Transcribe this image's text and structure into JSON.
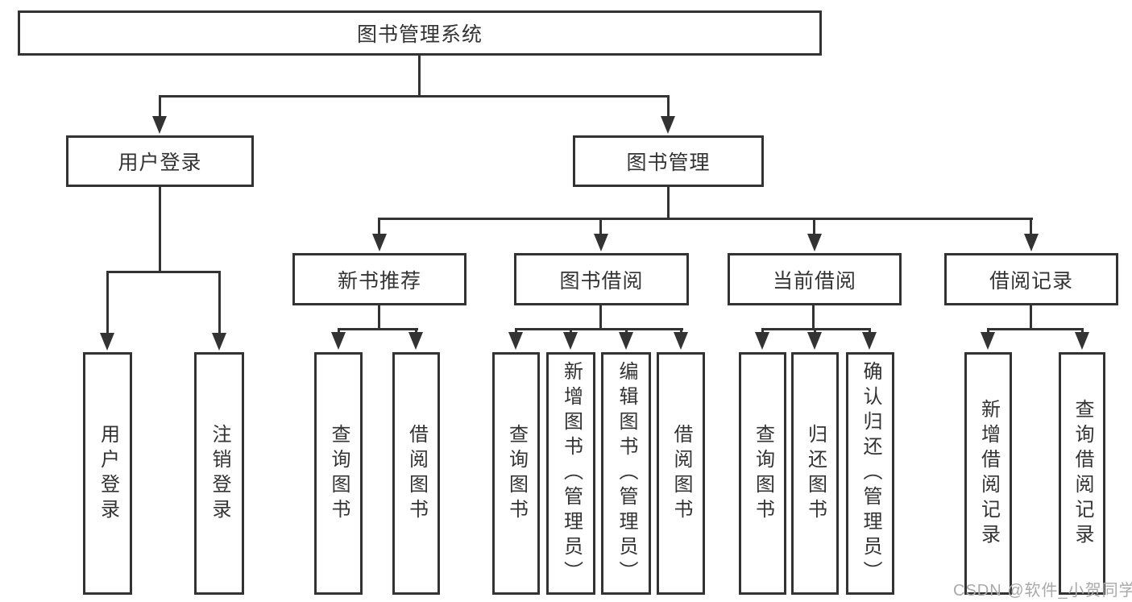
{
  "colors": {
    "line": "#333333",
    "text": "#333333",
    "background": "#ffffff",
    "watermark": "#a9a9a9"
  },
  "watermark": "CSDN @软件_小贺同学",
  "tree": {
    "root": "图书管理系统",
    "branches": [
      {
        "label": "用户登录",
        "leaves": [
          "用户登录",
          "注销登录"
        ]
      },
      {
        "label": "图书管理",
        "groups": [
          {
            "label": "新书推荐",
            "leaves": [
              "查询图书",
              "借阅图书"
            ]
          },
          {
            "label": "图书借阅",
            "leaves": [
              "查询图书",
              "新增图书（管理员）",
              "编辑图书（管理员）",
              "借阅图书"
            ]
          },
          {
            "label": "当前借阅",
            "leaves": [
              "查询图书",
              "归还图书",
              "确认归还（管理员）"
            ]
          },
          {
            "label": "借阅记录",
            "leaves": [
              "新增借阅记录",
              "查询借阅记录"
            ]
          }
        ]
      }
    ]
  }
}
